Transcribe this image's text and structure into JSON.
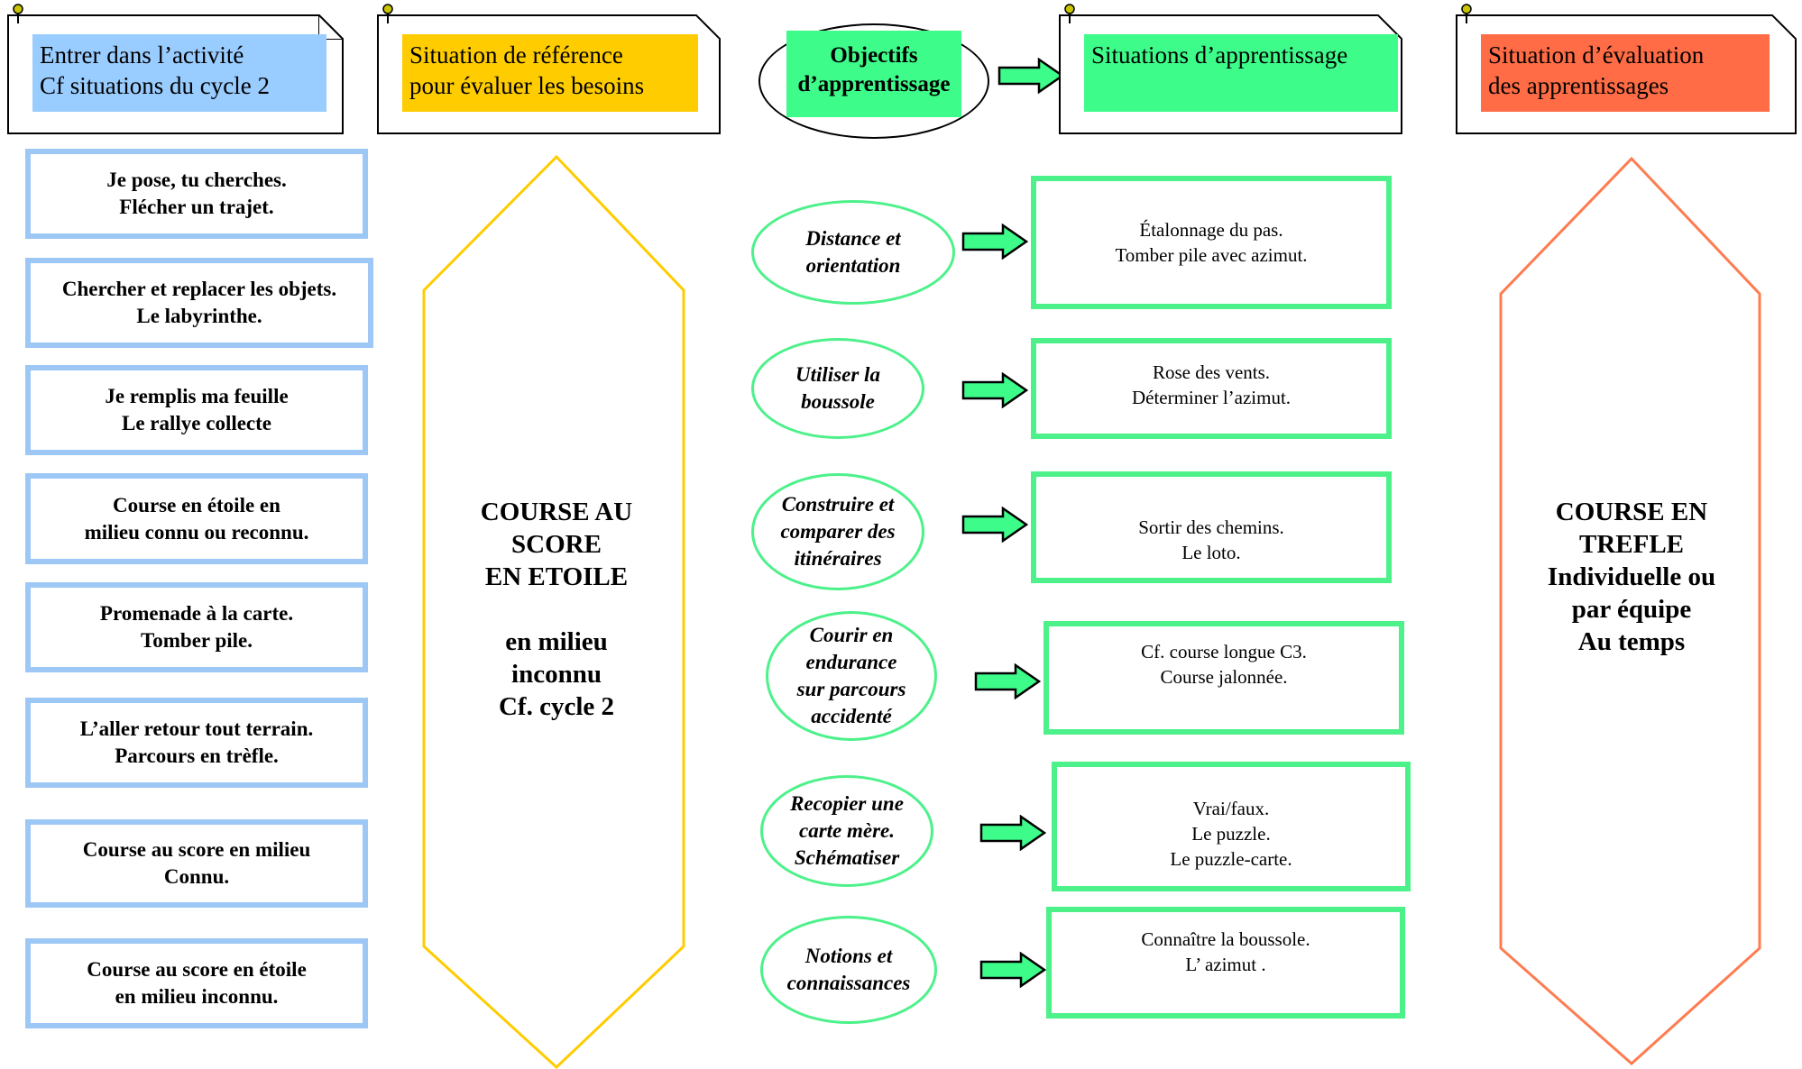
{
  "header": {
    "card1": {
      "line1": "Entrer dans l’activité",
      "line2": "Cf situations du cycle 2",
      "color": "#99ccff"
    },
    "card2": {
      "line1": "Situation de référence",
      "line2": "pour évaluer les besoins",
      "color": "#ffcc00"
    },
    "objectives": {
      "line1": "Objectifs",
      "line2": "d’apprentissage",
      "color": "#3dfc8a"
    },
    "card3": {
      "line1": "Situations d’apprentissage",
      "color": "#3dfc8a"
    },
    "card4": {
      "line1": "Situation d’évaluation",
      "line2": "des apprentissages",
      "color": "#ff6c45"
    }
  },
  "left_items": [
    {
      "line1": "Je pose, tu cherches.",
      "line2": "Flécher un trajet."
    },
    {
      "line1": "Chercher et replacer les objets.",
      "line2": "Le labyrinthe."
    },
    {
      "line1": "Je remplis ma feuille",
      "line2": "Le rallye collecte"
    },
    {
      "line1": "Course en étoile en",
      "line2": "milieu connu ou reconnu."
    },
    {
      "line1": "Promenade à la carte.",
      "line2": "Tomber pile."
    },
    {
      "line1": "L’aller retour tout terrain.",
      "line2": "Parcours en trèfle."
    },
    {
      "line1": "Course au score en milieu",
      "line2": "Connu."
    },
    {
      "line1": "Course au score en étoile",
      "line2": "en milieu inconnu."
    }
  ],
  "reference": {
    "line1": "COURSE AU",
    "line2": "SCORE",
    "line3": "EN ETOILE",
    "line4": "en milieu",
    "line5": "inconnu",
    "line6": "Cf. cycle 2",
    "color": "#ffcc00"
  },
  "objectives_items": [
    {
      "obj": [
        "Distance et",
        "orientation"
      ],
      "situation": [
        "Étalonnage du pas.",
        "Tomber pile avec azimut."
      ]
    },
    {
      "obj": [
        "Utiliser la",
        "boussole"
      ],
      "situation": [
        "Rose des vents.",
        "Déterminer l’azimut."
      ]
    },
    {
      "obj": [
        "Construire et",
        "comparer des",
        "itinéraires"
      ],
      "situation": [
        "Sortir des chemins.",
        "Le loto."
      ]
    },
    {
      "obj": [
        "Courir  en",
        "endurance",
        "sur parcours",
        "accidenté"
      ],
      "situation": [
        "Cf. course longue C3.",
        "Course jalonnée."
      ]
    },
    {
      "obj": [
        "Recopier une",
        "carte mère.",
        "Schématiser"
      ],
      "situation": [
        "Vrai/faux.",
        "Le puzzle.",
        "Le puzzle-carte."
      ]
    },
    {
      "obj": [
        "Notions et",
        "connaissances"
      ],
      "situation": [
        "Connaître la boussole.",
        "L’ azimut ."
      ]
    }
  ],
  "evaluation": {
    "line1": "COURSE EN",
    "line2": "TREFLE",
    "line3": "Individuelle ou",
    "line4": "par  équipe",
    "line5": "Au temps",
    "color": "#ff7b50"
  },
  "colors": {
    "green_border": "#4cf18a",
    "blue_border": "#9dc8f5",
    "arrow_fill": "#3dfc8a"
  }
}
